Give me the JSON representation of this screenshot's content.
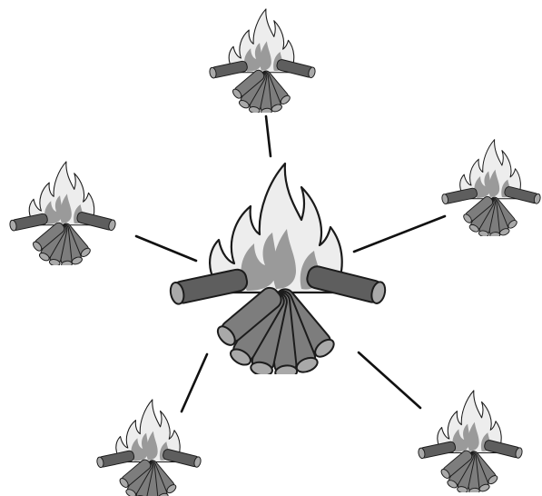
{
  "diagram": {
    "type": "hub-and-spoke",
    "center": {
      "icon": "campfire-icon"
    },
    "satellites": [
      {
        "id": "top",
        "icon": "campfire-icon"
      },
      {
        "id": "right",
        "icon": "campfire-icon"
      },
      {
        "id": "bottom-right",
        "icon": "campfire-icon"
      },
      {
        "id": "bottom-left",
        "icon": "campfire-icon"
      },
      {
        "id": "left",
        "icon": "campfire-icon"
      }
    ],
    "colors": {
      "background": "#ffffff",
      "flame_light": "#ededed",
      "flame_dark": "#9a9a9a",
      "log": "#7d7d7d",
      "outline": "#1a1a1a"
    }
  }
}
